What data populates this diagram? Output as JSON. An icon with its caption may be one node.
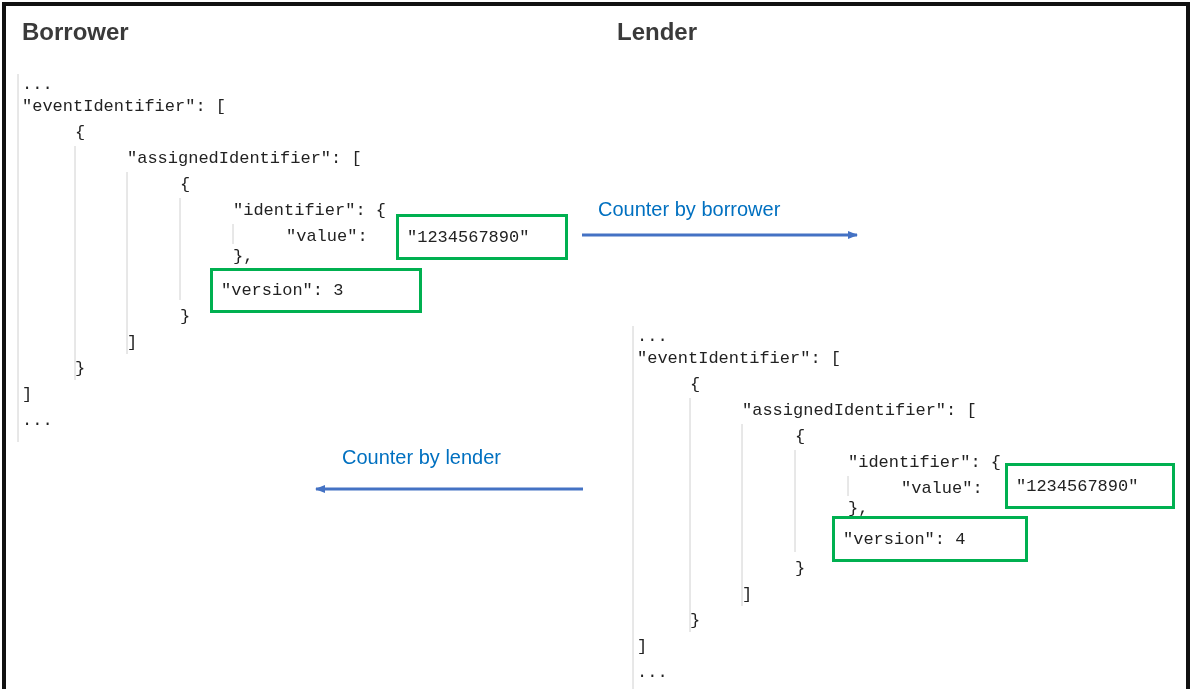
{
  "diagram": {
    "nodes": [
      {
        "text": [
          "\"1234567890\""
        ]
      },
      {
        "text": [
          "\"version\": 3"
        ]
      },
      {
        "text": [
          "\"1234567890\""
        ]
      },
      {
        "text": [
          "\"version\": 4"
        ]
      }
    ],
    "labels": [
      "Borrower",
      "Lender",
      "...",
      "\"eventIdentifier\": [",
      "{",
      "\"assignedIdentifier\": [",
      "{",
      "\"identifier\": {",
      "\"value\":",
      "},",
      "}",
      "]",
      "}",
      "]",
      "...",
      "Counter by borrower",
      "Counter by lender",
      "...",
      "\"eventIdentifier\": [",
      "{",
      "\"assignedIdentifier\": [",
      "{",
      "\"identifier\": {",
      "\"value\":",
      "},",
      "}",
      "]",
      "}",
      "]",
      "..."
    ]
  }
}
